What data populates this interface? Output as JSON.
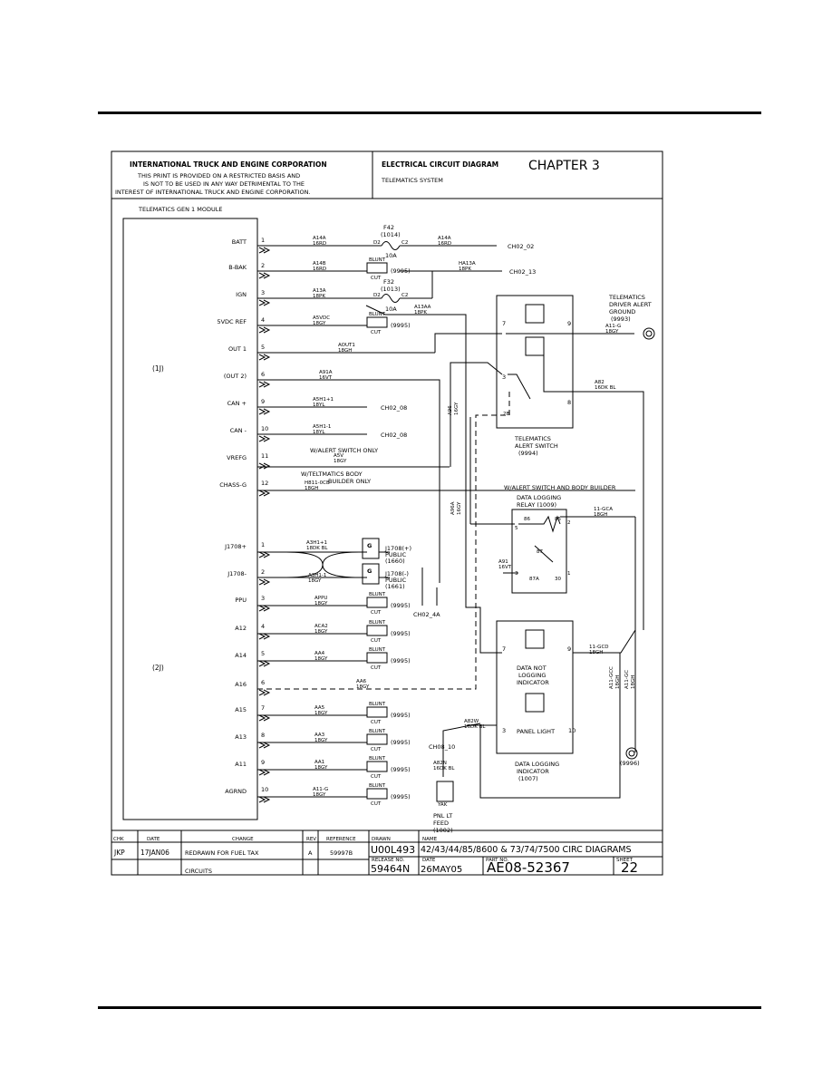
{
  "header": {
    "company": "INTERNATIONAL TRUCK AND ENGINE CORPORATION",
    "notice": [
      "THIS PRINT IS PROVIDED ON A RESTRICTED BASIS AND",
      "IS NOT TO BE USED IN ANY WAY DETRIMENTAL TO THE",
      "INTEREST OF INTERNATIONAL TRUCK AND ENGINE CORPORATION."
    ],
    "diagram_type": "ELECTRICAL CIRCUIT DIAGRAM",
    "chapter": "CHAPTER 3",
    "system": "TELEMATICS SYSTEM"
  },
  "module": {
    "title": "TELEMATICS GEN 1 MODULE",
    "connector_1": "(1J)",
    "connector_2": "(2J)",
    "pins_1j": [
      {
        "label": "BATT",
        "pin": "1"
      },
      {
        "label": "B-BAK",
        "pin": "2"
      },
      {
        "label": "IGN",
        "pin": "3"
      },
      {
        "label": "5VDC REF",
        "pin": "4"
      },
      {
        "label": "OUT 1",
        "pin": "5"
      },
      {
        "label": "(OUT 2)",
        "pin": "6"
      },
      {
        "label": "CAN +",
        "pin": "9"
      },
      {
        "label": "CAN -",
        "pin": "10"
      },
      {
        "label": "VREFG",
        "pin": "11"
      },
      {
        "label": "CHASS-G",
        "pin": "12"
      }
    ],
    "pins_2j": [
      {
        "label": "J1708+",
        "pin": "1"
      },
      {
        "label": "J1708-",
        "pin": "2"
      },
      {
        "label": "PPU",
        "pin": "3"
      },
      {
        "label": "A12",
        "pin": "4"
      },
      {
        "label": "A14",
        "pin": "5"
      },
      {
        "label": "A16",
        "pin": "6"
      },
      {
        "label": "A15",
        "pin": "7"
      },
      {
        "label": "A13",
        "pin": "8"
      },
      {
        "label": "A11",
        "pin": "9"
      },
      {
        "label": "AGRND",
        "pin": "10"
      }
    ]
  },
  "wires": {
    "a14a": [
      "A14A",
      "16RD"
    ],
    "a14a_out": [
      "A14A",
      "16RD"
    ],
    "a14b": [
      "A14B",
      "16RD"
    ],
    "ha13a": [
      "HA13A",
      "18PK"
    ],
    "a13a": [
      "A13A",
      "18PK"
    ],
    "a13aa": [
      "A13AA",
      "18PK"
    ],
    "a5vdc": [
      "A5VDC",
      "18GY"
    ],
    "aout1": [
      "AOUT1",
      "18GH"
    ],
    "a91a": [
      "A91A",
      "16VT"
    ],
    "a5h1p": [
      "A5H1+1",
      "18YL"
    ],
    "a5h1m": [
      "A5H1-1",
      "18YL"
    ],
    "a5v": [
      "A5V",
      "18GY"
    ],
    "h811": [
      "H811-0CB",
      "18GH"
    ],
    "a3h1p": [
      "A3H1+1",
      "18DK BL"
    ],
    "a3h1m": [
      "A3H1-1",
      "18GY"
    ],
    "appu": [
      "APPU",
      "18GY"
    ],
    "aca2": [
      "ACA2",
      "18GY"
    ],
    "aa4": [
      "AA4",
      "18GY"
    ],
    "aa6": [
      "AA6",
      "18GY"
    ],
    "aa5": [
      "AA5",
      "18GY"
    ],
    "aa3": [
      "AA3",
      "18GY"
    ],
    "aa1": [
      "AA1",
      "18GY"
    ],
    "a11g": [
      "A11-G",
      "18GY"
    ],
    "a11g_gnd": [
      "A11-G",
      "18GY"
    ],
    "a82": [
      "A82",
      "16DK BL"
    ],
    "a96": [
      "A96",
      "16GY"
    ],
    "a96a": [
      "A96A",
      "16GY"
    ],
    "a91": [
      "A91",
      "16VT"
    ],
    "gca": [
      "11-GCA",
      "18GH"
    ],
    "gcd": [
      "11-GCD",
      "18GH"
    ],
    "gcc": [
      "A11-GCC",
      "18GH"
    ],
    "gcc2": [
      "A11-GC",
      "18GH"
    ],
    "a82w": [
      "A82W",
      "16DK BL"
    ],
    "a82n": [
      "A82N",
      "16DK BL"
    ]
  },
  "fuses": [
    {
      "name": "F42",
      "code": "(1014)",
      "rating": "10A",
      "left": "D2",
      "right": "C2"
    },
    {
      "name": "F32",
      "code": "(1013)",
      "rating": "10A",
      "left": "D2",
      "right": "C2"
    }
  ],
  "blunt_cut": {
    "top": "BLUNT",
    "bottom": "CUT",
    "code": "(9995)"
  },
  "references": {
    "ch02_02": "CH02_02",
    "ch02_13": "CH02_13",
    "ch02_08a": "CH02_08",
    "ch02_08b": "CH02_08",
    "ch02_4a": "CH02_4A",
    "ch08_10": "CH08_10"
  },
  "notes": {
    "alert_only": "W/ALERT SWITCH ONLY",
    "body_builder_only": [
      "W/TELTMATICS BODY",
      "BUILDER ONLY"
    ],
    "alert_and_body": "W/ALERT SWITCH AND BODY BUILDER"
  },
  "components": {
    "ground_top": [
      "TELEMATICS",
      "DRIVER ALERT",
      "GROUND",
      "(9993)"
    ],
    "alert_switch": [
      "TELEMATICS",
      "ALERT SWITCH",
      "(9994)"
    ],
    "relay": [
      "DATA LOGGING",
      "RELAY (1009)"
    ],
    "not_logging": [
      "DATA NOT",
      "LOGGING",
      "INDICATOR"
    ],
    "panel_light": "PANEL LIGHT",
    "indicator": [
      "DATA LOGGING",
      "INDICATOR",
      "(1007)"
    ],
    "ground_bottom": "(9996)",
    "pnl_feed": [
      "PNL LT",
      "FEED",
      "(1002)"
    ],
    "yak": "YAK",
    "j1708p": [
      "J1708(+)",
      "PUBLIC",
      "(1660)"
    ],
    "j1708m": [
      "J1708(-)",
      "PUBLIC",
      "(1661)"
    ],
    "g_label": "G",
    "relay_pins": [
      "86",
      "85",
      "87",
      "87A",
      "30",
      "2",
      "3",
      "1",
      "5"
    ],
    "switch_pins": [
      "7",
      "9",
      "3",
      "8",
      "2B"
    ],
    "indicator_pins": [
      "7",
      "9",
      "3",
      "10"
    ]
  },
  "title_block": {
    "headers": [
      "CHK",
      "DATE",
      "CHANGE",
      "REV",
      "REFERENCE",
      "DRAWN",
      "NAME",
      "RELEASE NO.",
      "DATE",
      "PART NO.",
      "SHEET"
    ],
    "row": {
      "chk": "JKP",
      "date": "17JAN06",
      "change": "REDRAWN FOR FUEL TAX",
      "rev": "A",
      "reference": "59997B"
    },
    "change_2": "CIRCUITS",
    "drawn": "U00L493",
    "name": "42/43/44/85/8600 & 73/74/7500 CIRC DIAGRAMS",
    "release": "59464N",
    "rel_date": "26MAY05",
    "part": "AE08-52367",
    "sheet": "22"
  }
}
